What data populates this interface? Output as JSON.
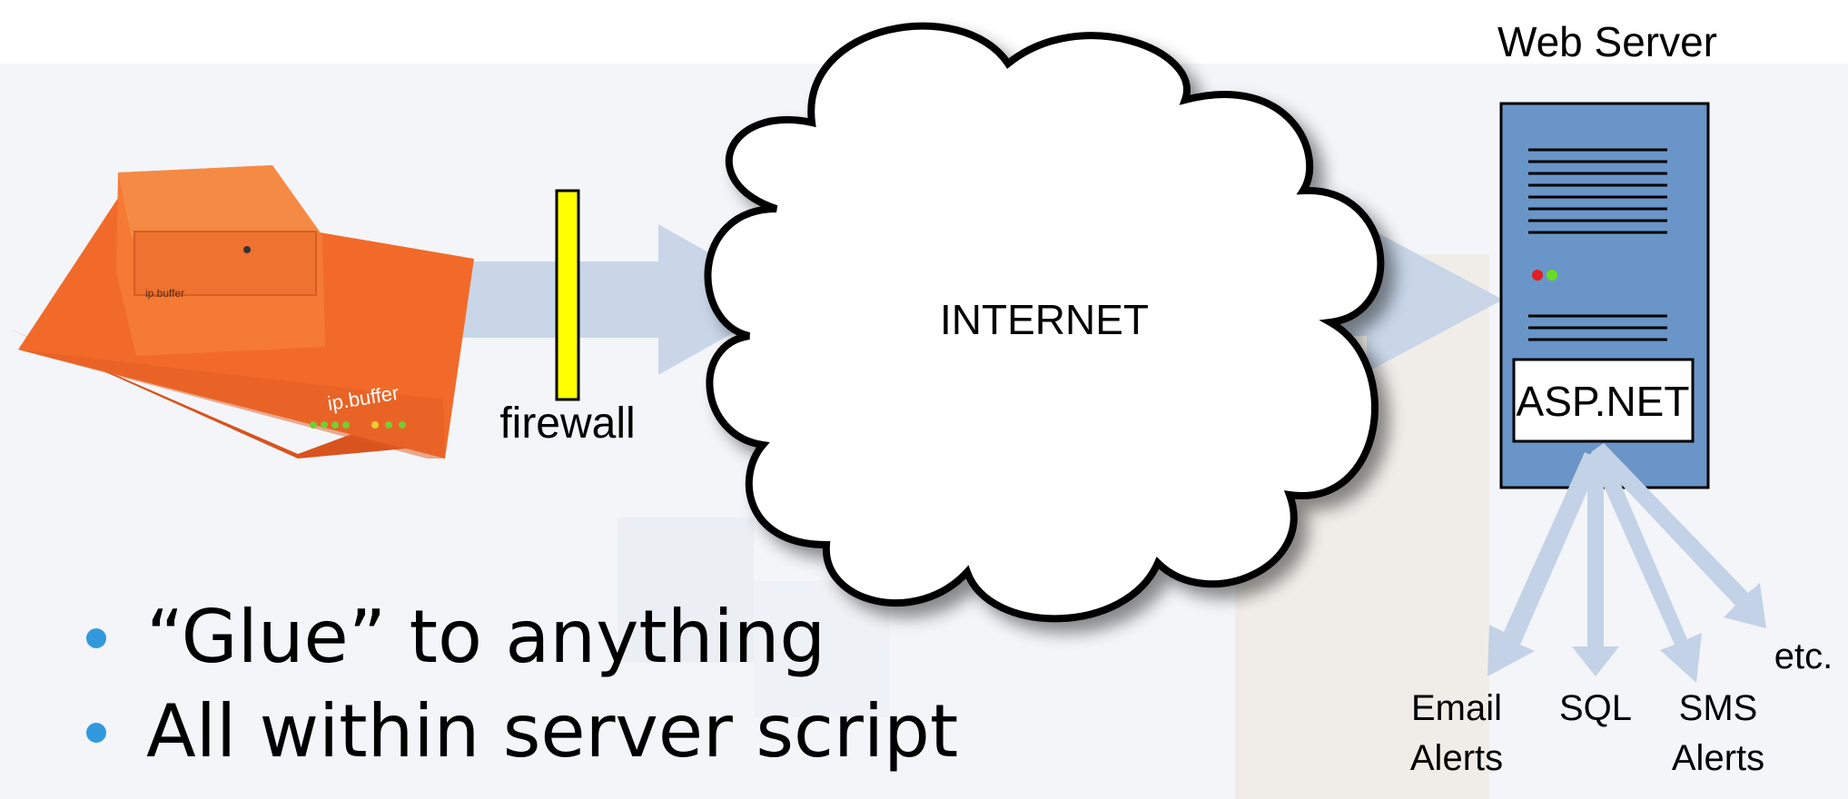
{
  "diagram": {
    "web_server_label": "Web Server",
    "internet_label": "INTERNET",
    "firewall_label": "firewall",
    "aspnet_label": "ASP.NET",
    "device_label_large": "ip.buffer",
    "device_label_small": "ip.buffer",
    "outputs": {
      "email": [
        "Email",
        "Alerts"
      ],
      "sql": "SQL",
      "sms": [
        "SMS",
        "Alerts"
      ],
      "etc": "etc."
    },
    "colors": {
      "server_blue": "#6a95c8",
      "arrow_fill": "#c8d6e8",
      "firewall_yellow": "#ffff00",
      "device_orange": "#f26a2a",
      "bullet_blue": "#3399dd",
      "led_red": "#e02020",
      "led_green": "#66dd22"
    }
  },
  "bullets": [
    "“Glue” to anything",
    "All within server script"
  ]
}
